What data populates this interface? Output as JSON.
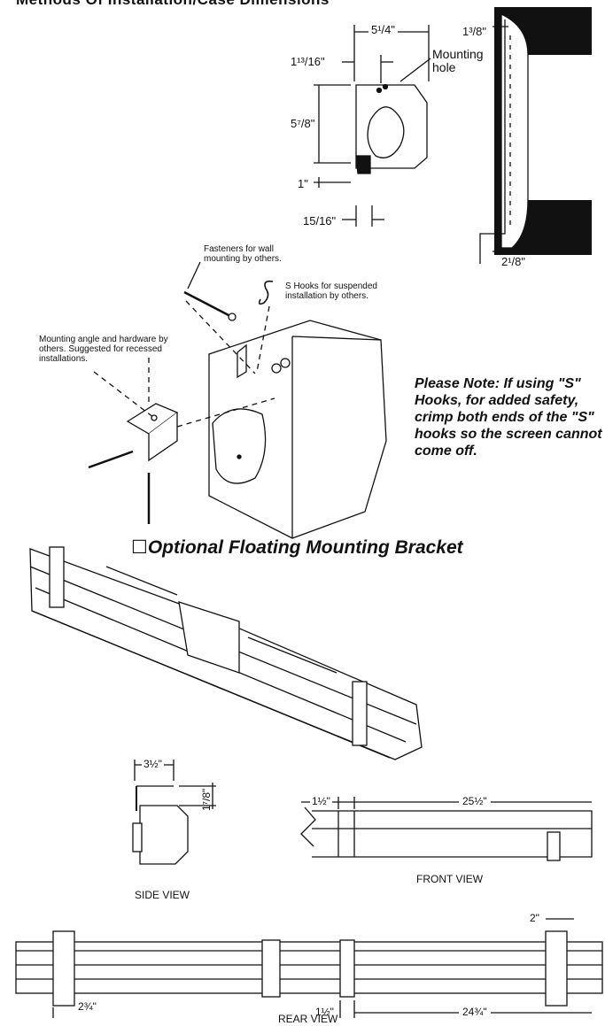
{
  "header_fragment": "Methods Of Installation/Case Dimensions",
  "case_dims": {
    "width": "5¹/4\"",
    "depth": "1¹³/16\"",
    "height": "5⁷/8\"",
    "bottom": "1\"",
    "foot": "15/16\"",
    "mounting_hole": "Mounting hole",
    "recess_top": "1³/8\"",
    "recess_bottom": "2¹/8\""
  },
  "install_labels": {
    "fasteners": "Fasteners for wall mounting by others.",
    "s_hooks": "S Hooks for suspended installation by others.",
    "angle": "Mounting angle and hardware by others. Suggested for recessed installations."
  },
  "note": "Please Note: If using \"S\" Hooks, for added safety, crimp both ends of the \"S\" hooks so the screen cannot come off.",
  "bracket": {
    "checkbox": "☐",
    "heading": "Optional Floating Mounting Bracket"
  },
  "side_view": {
    "caption": "SIDE VIEW",
    "width": "3½\"",
    "height": "1⁷/8\""
  },
  "front_view": {
    "caption": "FRONT VIEW",
    "left": "1½\"",
    "span": "25½\""
  },
  "rear_view": {
    "caption": "REAR VIEW",
    "left": "2¾\"",
    "mid": "1½\"",
    "span": "24¾\"",
    "right": "2\""
  }
}
